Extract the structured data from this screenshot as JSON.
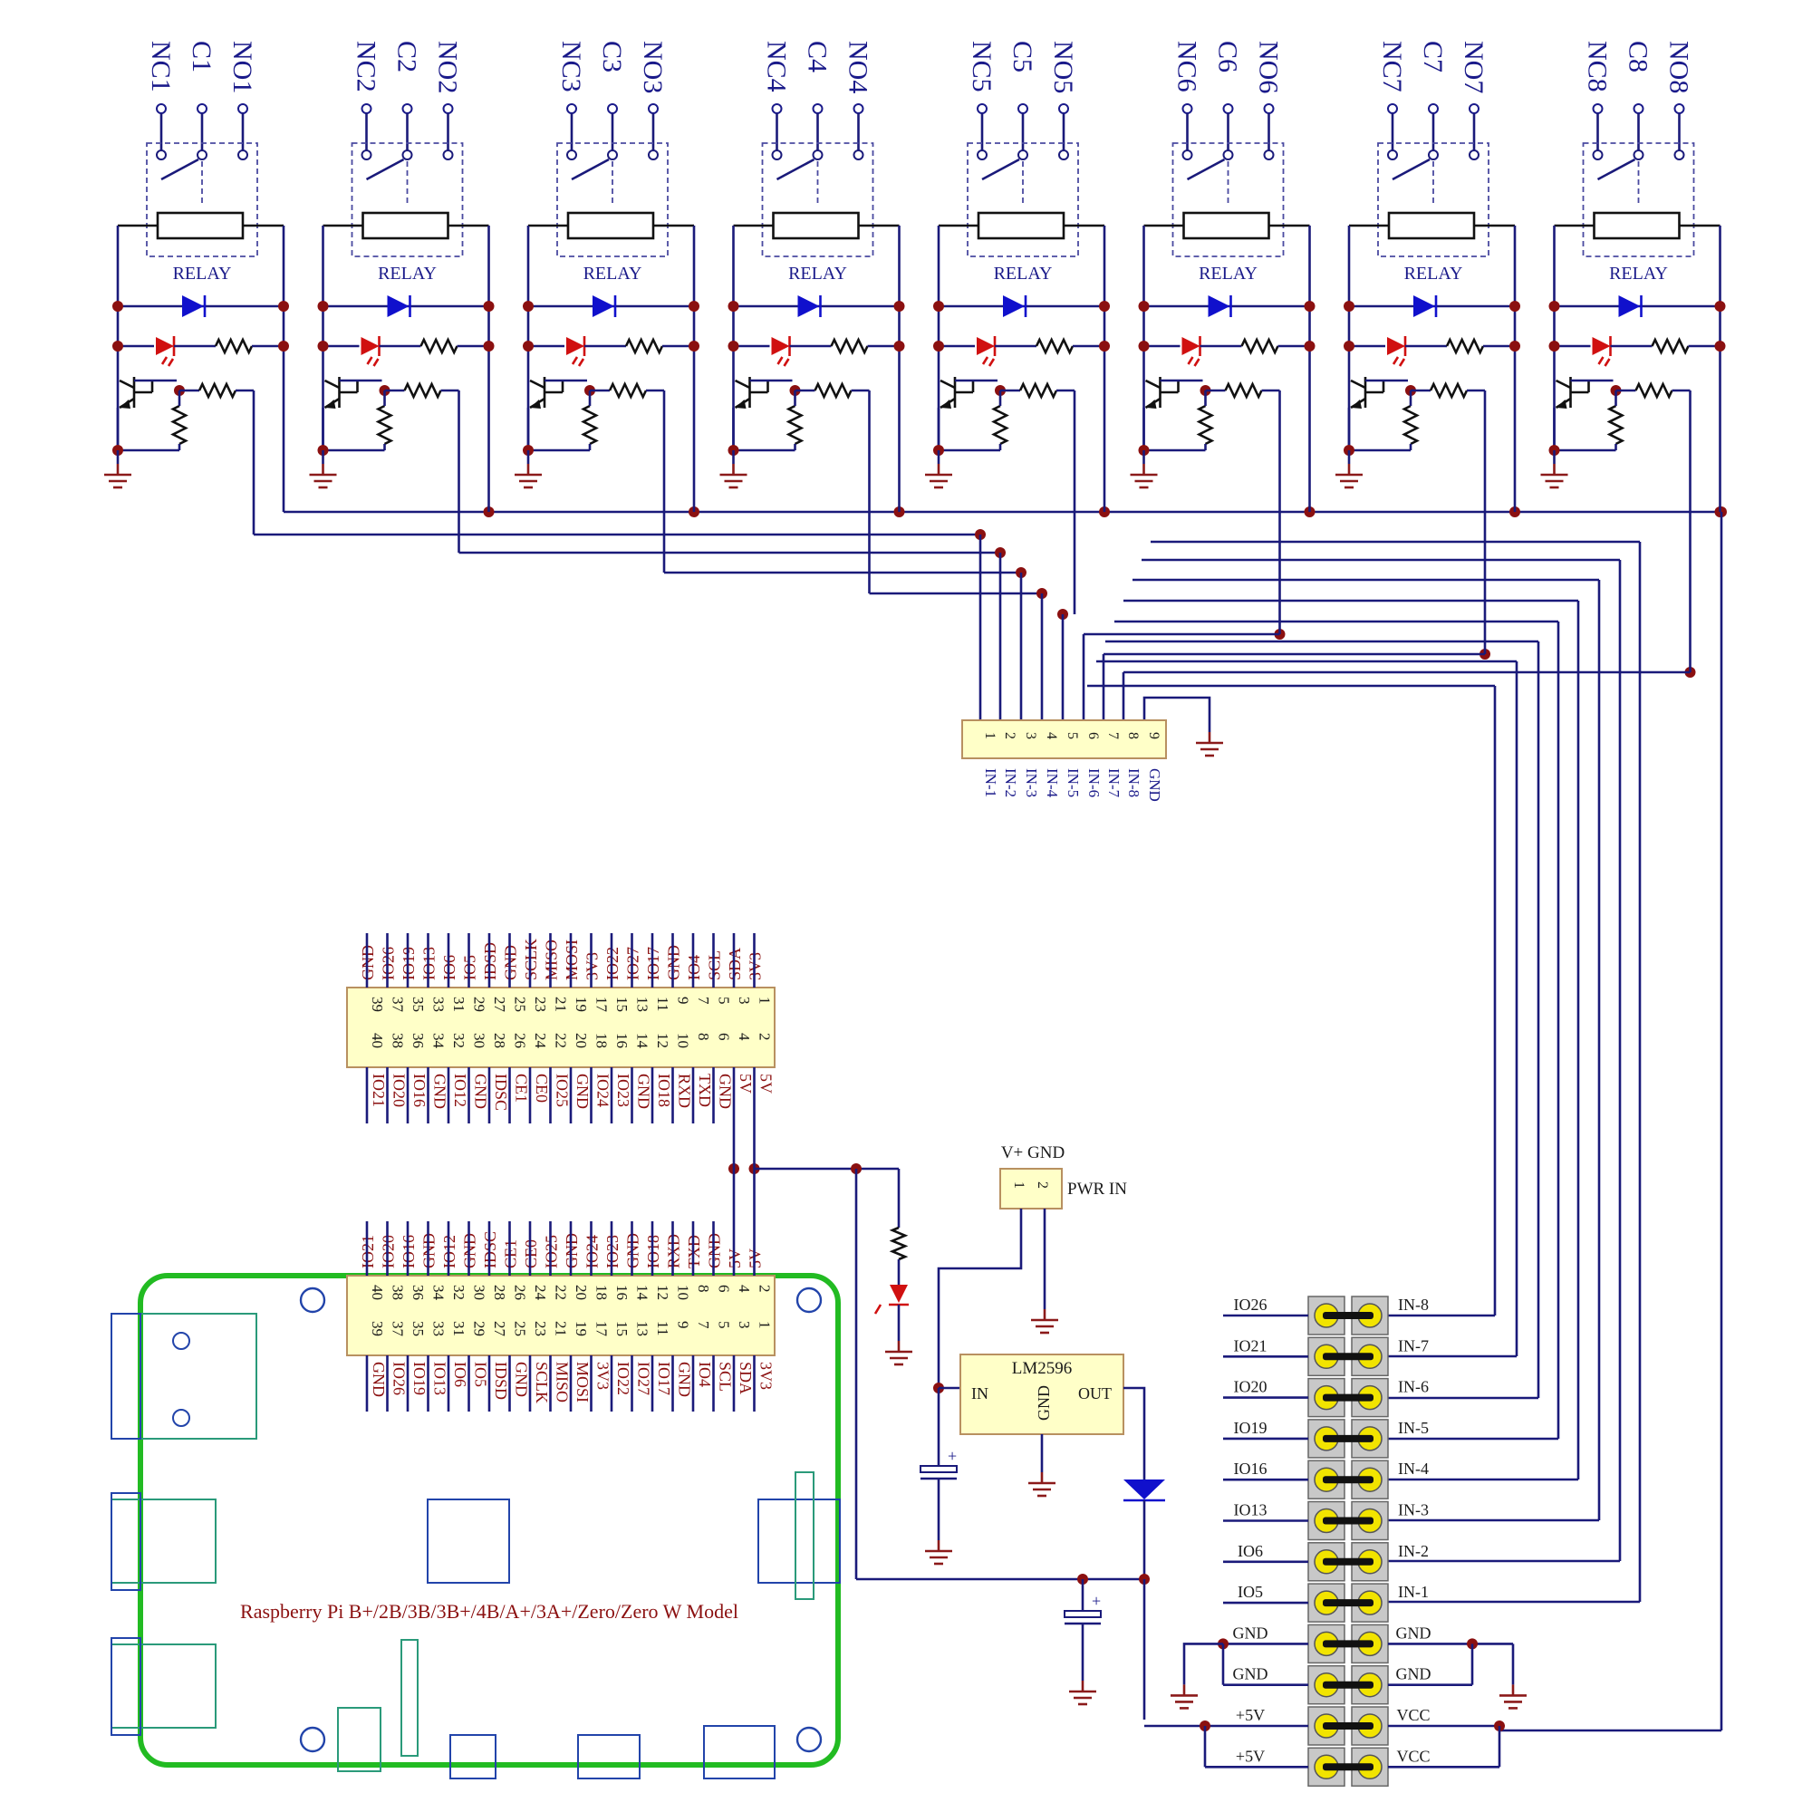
{
  "relays": [
    {
      "nc": "NC1",
      "c": "C1",
      "no": "NO1",
      "label": "RELAY"
    },
    {
      "nc": "NC2",
      "c": "C2",
      "no": "NO2",
      "label": "RELAY"
    },
    {
      "nc": "NC3",
      "c": "C3",
      "no": "NO3",
      "label": "RELAY"
    },
    {
      "nc": "NC4",
      "c": "C4",
      "no": "NO4",
      "label": "RELAY"
    },
    {
      "nc": "NC5",
      "c": "C5",
      "no": "NO5",
      "label": "RELAY"
    },
    {
      "nc": "NC6",
      "c": "C6",
      "no": "NO6",
      "label": "RELAY"
    },
    {
      "nc": "NC7",
      "c": "C7",
      "no": "NO7",
      "label": "RELAY"
    },
    {
      "nc": "NC8",
      "c": "C8",
      "no": "NO8",
      "label": "RELAY"
    }
  ],
  "input_header": {
    "pins": [
      "1",
      "2",
      "3",
      "4",
      "5",
      "6",
      "7",
      "8",
      "9"
    ],
    "labels": [
      "IN-1",
      "IN-2",
      "IN-3",
      "IN-4",
      "IN-5",
      "IN-6",
      "IN-7",
      "IN-8",
      "GND"
    ]
  },
  "gpio_header": {
    "top_labels": [
      "GND",
      "IO26",
      "IO19",
      "IO13",
      "IO6",
      "IO5",
      "IDSD",
      "GND",
      "SCLK",
      "MISO",
      "MOSI",
      "3V3",
      "IO22",
      "IO27",
      "IO17",
      "GND",
      "IO4",
      "SCL",
      "SDA",
      "3V3"
    ],
    "odd_pins": [
      "39",
      "37",
      "35",
      "33",
      "31",
      "29",
      "27",
      "25",
      "23",
      "21",
      "19",
      "17",
      "15",
      "13",
      "11",
      "9",
      "7",
      "5",
      "3",
      "1"
    ],
    "even_pins": [
      "40",
      "38",
      "36",
      "34",
      "32",
      "30",
      "28",
      "26",
      "24",
      "22",
      "20",
      "18",
      "16",
      "14",
      "12",
      "10",
      "8",
      "6",
      "4",
      "2"
    ],
    "bottom_labels": [
      "IO21",
      "IO20",
      "IO16",
      "GND",
      "IO12",
      "GND",
      "IDSC",
      "CE1",
      "CE0",
      "IO25",
      "GND",
      "IO24",
      "IO23",
      "GND",
      "IO18",
      "RXD",
      "TXD",
      "GND",
      "5V",
      "5V"
    ]
  },
  "power_in": {
    "pins": [
      "1",
      "2"
    ],
    "top_label": "V+ GND",
    "label": "PWR IN"
  },
  "regulator": {
    "name": "LM2596",
    "pin_in": "IN",
    "pin_gnd": "GND",
    "pin_out": "OUT"
  },
  "jumper": {
    "left": [
      "IO26",
      "IO21",
      "IO20",
      "IO19",
      "IO16",
      "IO13",
      "IO6",
      "IO5",
      "GND",
      "GND",
      "+5V",
      "+5V"
    ],
    "right": [
      "IN-8",
      "IN-7",
      "IN-6",
      "IN-5",
      "IN-4",
      "IN-3",
      "IN-2",
      "IN-1",
      "GND",
      "GND",
      "VCC",
      "VCC"
    ]
  },
  "board_label": "Raspberry Pi B+/2B/3B/3B+/4B/A+/3A+/Zero/Zero W  Model",
  "colors": {
    "wire": "#1a1a7a",
    "junction": "#8b1010",
    "diode": "#1010cc",
    "led": "#d01010",
    "board": "#22bb22",
    "header_fill": "#ffffc8"
  }
}
